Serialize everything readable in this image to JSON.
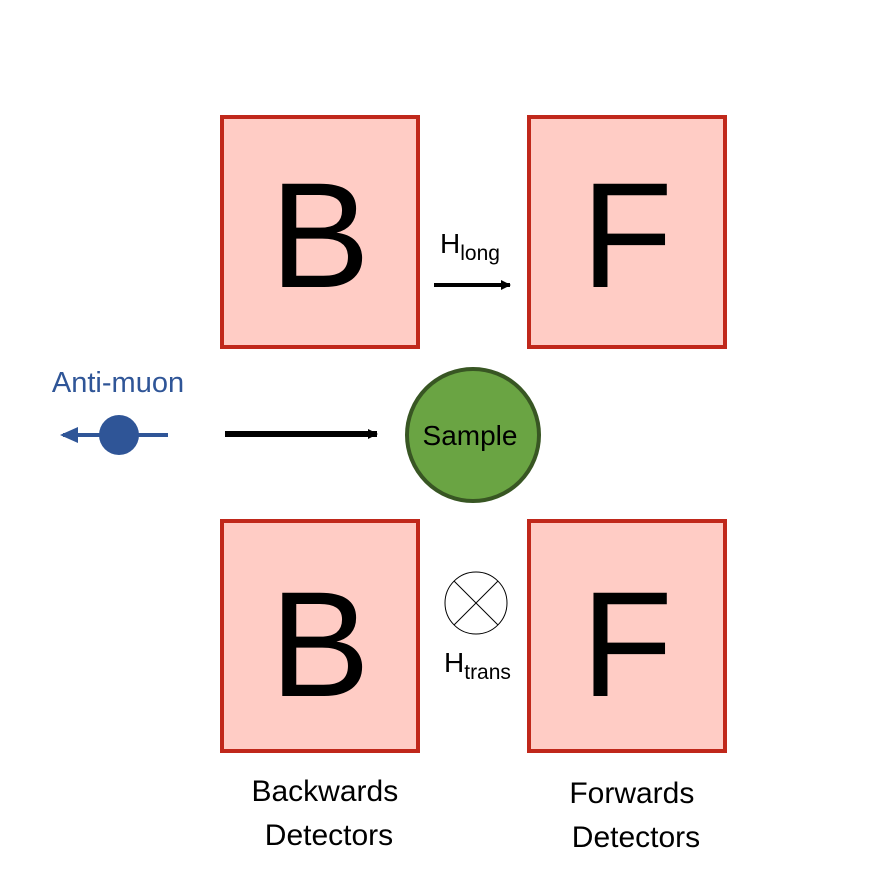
{
  "detectors": {
    "backward_letter": "B",
    "forward_letter": "F"
  },
  "fields": {
    "longitudinal": {
      "symbol": "H",
      "subscript": "long"
    },
    "transverse": {
      "symbol": "H",
      "subscript": "trans"
    }
  },
  "sample": {
    "label": "Sample"
  },
  "particle": {
    "label": "Anti-muon"
  },
  "captions": {
    "backwards_line1": "Backwards",
    "backwards_line2": "Detectors",
    "forwards_line1": "Forwards",
    "forwards_line2": "Detectors"
  },
  "colors": {
    "detector_fill": "#ffccc5",
    "detector_border": "#c0281b",
    "sample_fill": "#6aa443",
    "sample_border": "#385623",
    "muon": "#2f5597",
    "arrow": "#000000"
  }
}
